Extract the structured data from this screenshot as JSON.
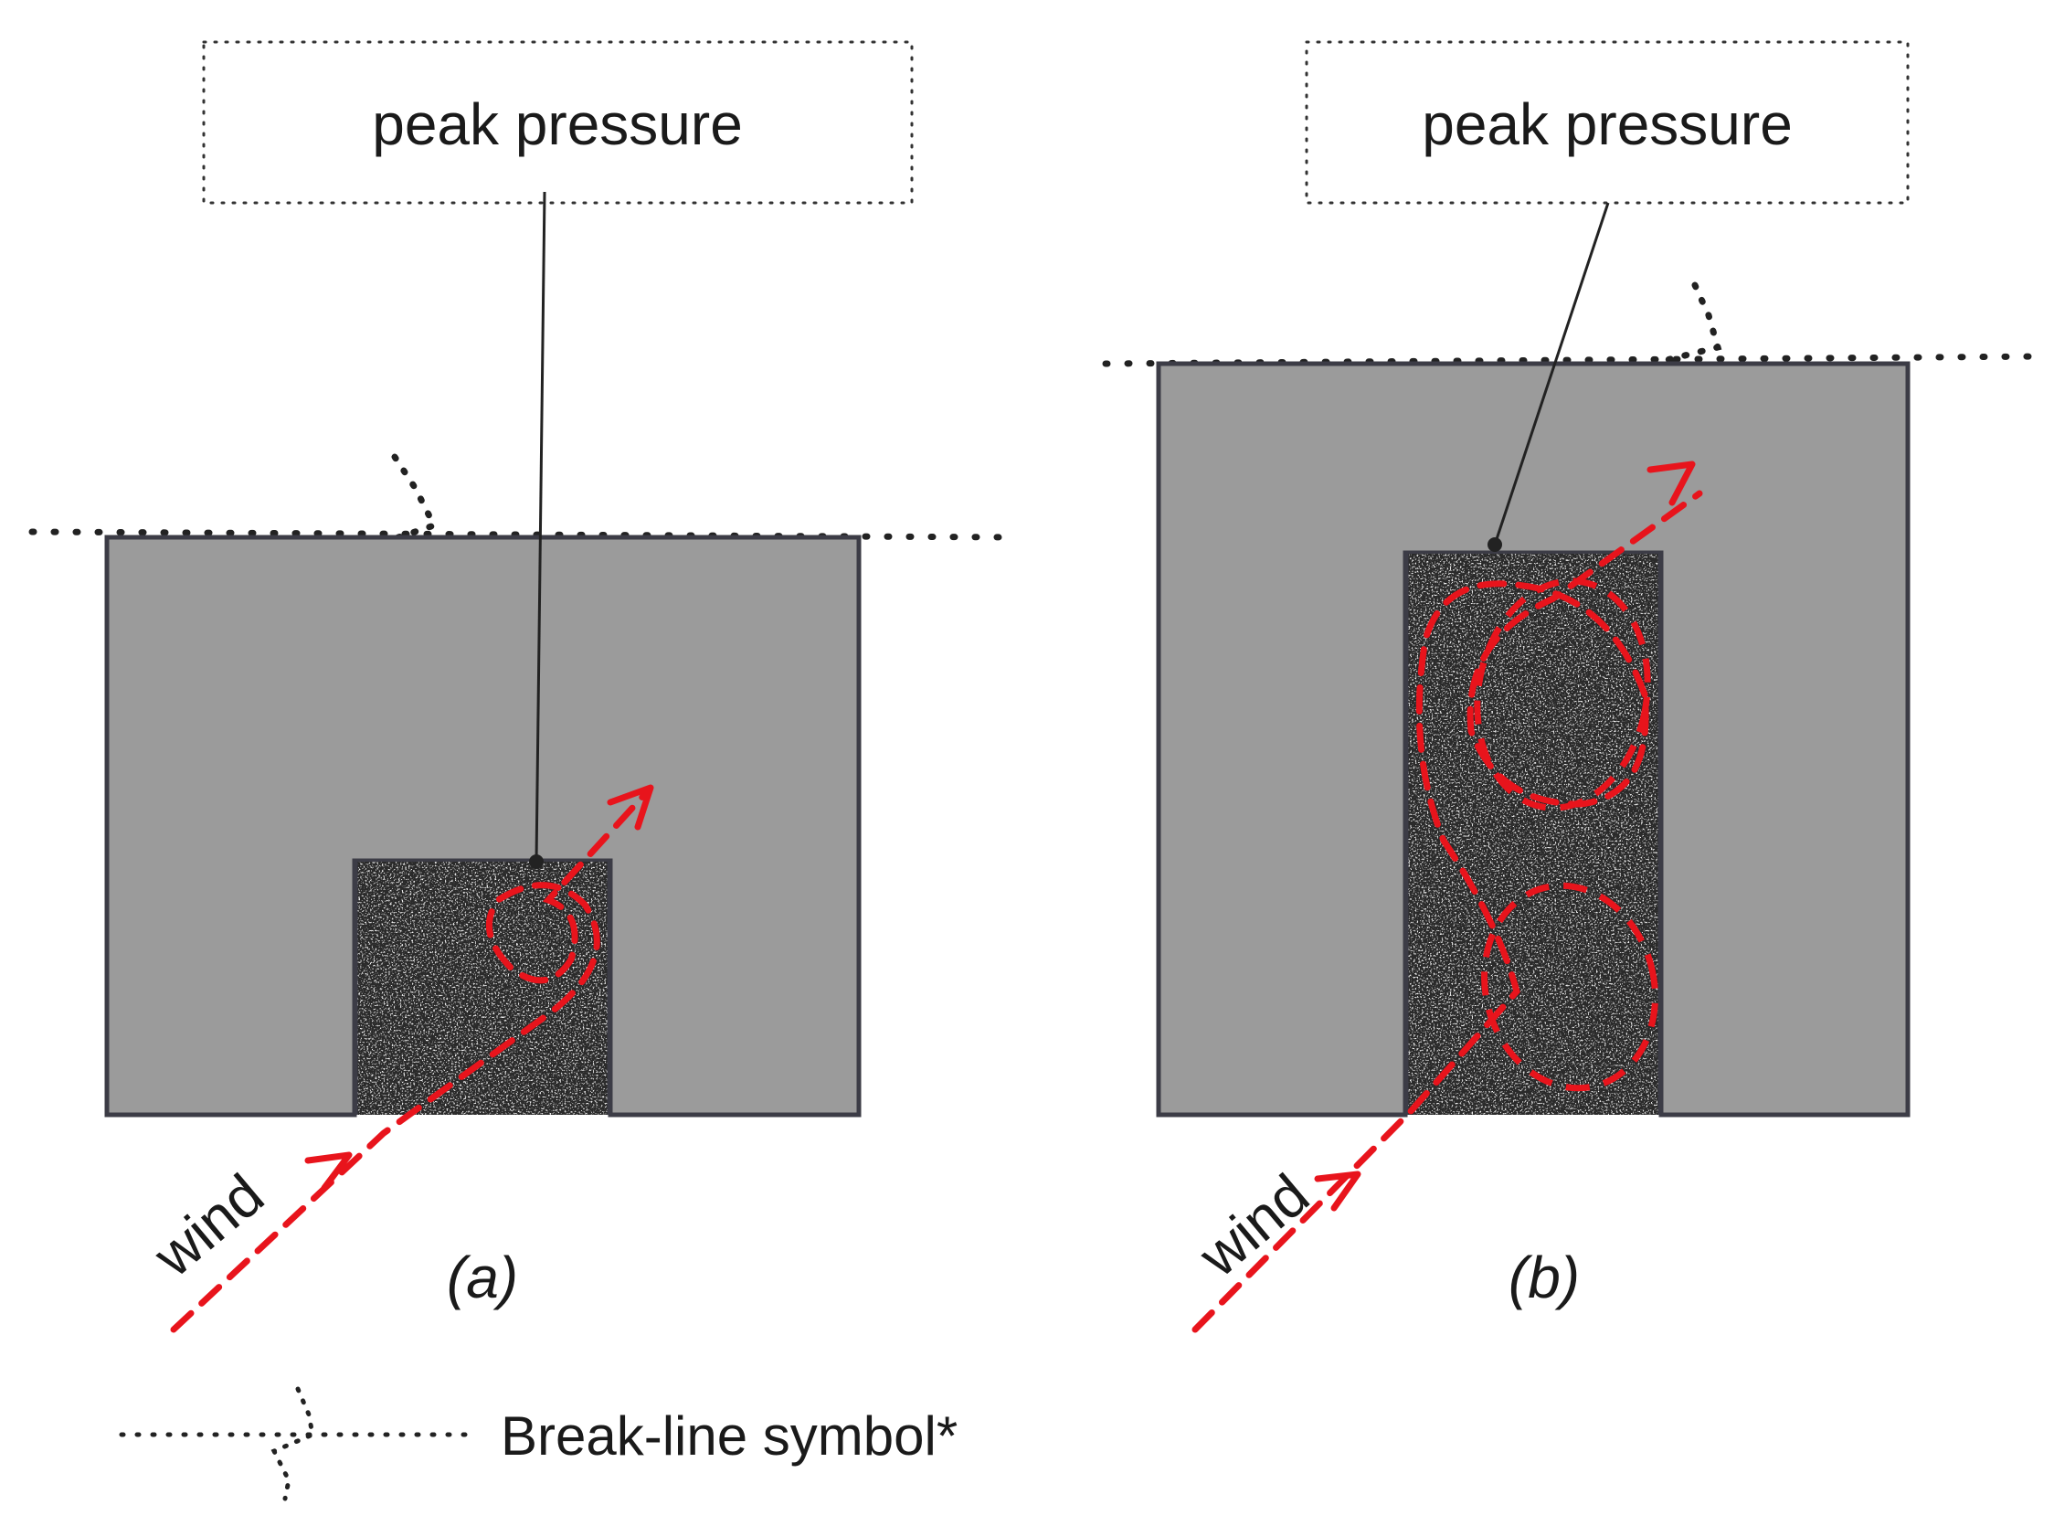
{
  "figure": {
    "panels": [
      {
        "id": "a",
        "panel_label": "(a)",
        "callout_text": "peak pressure",
        "wind_label": "wind"
      },
      {
        "id": "b",
        "panel_label": "(b)",
        "callout_text": "peak pressure",
        "wind_label": "wind"
      }
    ],
    "legend": {
      "text": "Break-line symbol*"
    },
    "colors": {
      "building": "#9b9b9b",
      "outline": "#3c3c46",
      "flow": "#e8141c",
      "cavity": "#2a2a2a",
      "text": "#1a1a1a"
    }
  }
}
